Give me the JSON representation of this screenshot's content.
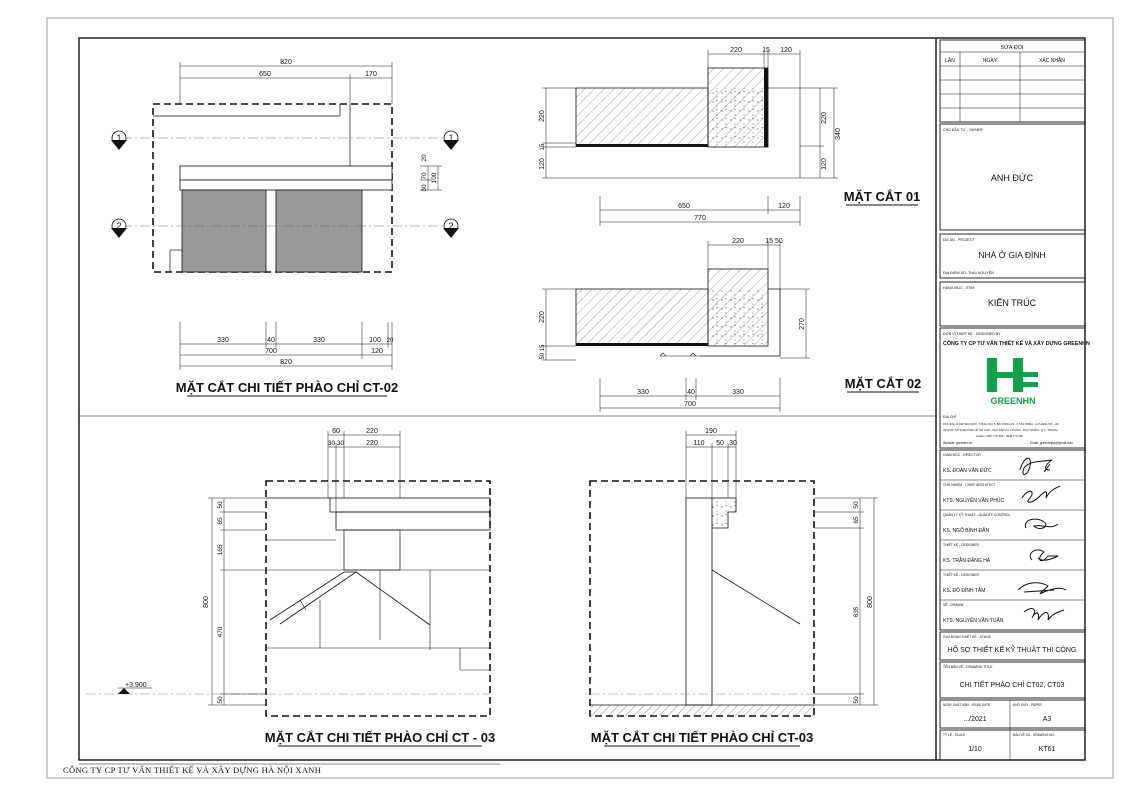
{
  "drawings": {
    "ct02_title": "MẶT CẮT CHI TIẾT PHÀO CHỈ CT-02",
    "mc01_title": "MẶT CẮT 01",
    "mc02_title": "MẶT CẮT 02",
    "ct03_title_left": "MẶT CẮT CHI TIẾT PHÀO CHỈ CT - 03",
    "ct03_title_right": "MẶT CẮT CHI TIẾT PHÀO CHỈ CT-03",
    "elevation": "+3.900",
    "grid_1": "1",
    "grid_2": "2",
    "ct02_dims": {
      "top_820": "820",
      "top_650": "650",
      "top_170": "170",
      "r_30": "30",
      "r_70": "70",
      "r_100": "100",
      "r_20": "20",
      "b_330a": "330",
      "b_40": "40",
      "b_330b": "330",
      "b_100": "100",
      "b_20": "20",
      "b_700": "700",
      "b_120": "120",
      "b_820": "820"
    },
    "mc01_dims": {
      "t_220": "220",
      "t_15": "15",
      "t_120": "120",
      "l_220": "220",
      "l_15": "15",
      "l_120": "120",
      "r_220": "220",
      "r_340": "340",
      "r_120": "120",
      "b_650": "650",
      "b_120": "120",
      "b_770": "770"
    },
    "mc02_dims": {
      "t_220": "220",
      "t_1550": "15 50",
      "l_220": "220",
      "l_5015": "50 15",
      "r_270": "270",
      "b_330a": "330",
      "b_40": "40",
      "b_330b": "330",
      "b_700": "700"
    },
    "ct03l_dims": {
      "t_60": "60",
      "t_220a": "220",
      "t_3030": "30 30",
      "t_220b": "220",
      "l_50a": "50",
      "l_65": "65",
      "l_165": "165",
      "l_800": "800",
      "l_470": "470",
      "l_50b": "50"
    },
    "ct03r_dims": {
      "t_190": "190",
      "t_110": "110",
      "t_50": "50",
      "t_30": "30",
      "r_50a": "50",
      "r_65": "65",
      "r_635": "635",
      "r_800": "800",
      "r_50b": "50"
    }
  },
  "title_block": {
    "revision_header": "SỬA ĐỔI",
    "rev_col1": "LẦN",
    "rev_col2": "NGÀY",
    "rev_col3": "XÁC NHẬN",
    "owner_label": "CHỦ ĐẦU TƯ - OWNER",
    "owner": "ANH ĐỨC",
    "project_label": "DỰ ÁN - PROJECT",
    "project": "NHÀ Ở GIA ĐÌNH",
    "location": "ĐỊA ĐIỂM XD: THÁI NGUYÊN",
    "category_label": "HẠNG MỤC - ITEM",
    "category": "KIẾN TRÚC",
    "designer_label": "ĐƠN VỊ THIẾT KẾ - DESIGNED BY",
    "designer": "CÔNG TY CP TƯ VẤN THIẾT KẾ VÀ XÂY DỰNG GREENHN",
    "logo_text": "GREENHN",
    "address_label": "ĐỊA CHỈ",
    "address_line1": "VP1: BT1-16 KĐT ĐẠI SƠN - TỔNG CỤC 5, BỘ CÔNG AN - X.TÂN TRIỀU - H.THANH TRÌ - HN",
    "address_line2": "VP HCM: SỐ 34 ĐƯỜNG LÊ THỊ CHỢ - KHU DÂN CƯ LACASA - PHÚ THUẬN - Q.7 - TP.HCM",
    "hotline": "Hotline: 0967.772.306 - 0948.773.266",
    "website": "Website: greenhn.vn",
    "email": "Email: greenhnjsc@gmail.com",
    "director_label": "GIÁM ĐỐC - DIRECTOR",
    "director": "KS. ĐOÀN VĂN ĐỨC",
    "chief_label": "CHỦ NHIỆM - CHIEF ARCHITECT",
    "chief": "KTS. NGUYỄN VĂN PHÚC",
    "qc_label": "QUẢN LÝ KỸ THUẬT - QUALITY CONTROL",
    "qc": "KS. NGÔ BÌNH ĐÂN",
    "design_label": "THIẾT KẾ - DESIGNER",
    "design": "KS. TRẦN ĐĂNG HÀ",
    "design2_label": "THIẾT KẾ - DESIGNER",
    "design2": "KS. ĐỖ ĐÌNH TÂM",
    "drawn_label": "VẼ - DRAWN",
    "drawn": "KTS. NGUYỄN VĂN TUẤN",
    "stage_label": "GIAI ĐOẠN THIẾT KẾ - STAGE",
    "stage": "HỒ SƠ THIẾT KẾ KỸ THUẬT THI CÔNG",
    "drawing_title_label": "TÊN BẢN VẼ - DRAWING TITLE",
    "drawing_title": "CHI TIẾT PHÀO CHỈ CT02, CT03",
    "date_label": "NGÀY XUẤT BẢN - ISSUE DATE",
    "date": ".../2021",
    "paper_label": "KHỔ GIẤY - PAPER",
    "paper": "A3",
    "scale_label": "TỶ LỆ - SCALE",
    "scale": "1/10",
    "number_label": "BẢN VẼ SỐ - DRAWING NO.",
    "number": "KT61"
  },
  "footer": "CÔNG TY CP TƯ VẤN THIẾT KẾ VÀ XÂY DỰNG HÀ NỘI XANH",
  "colors": {
    "line": "#111111",
    "fill_grey": "#9a9a9a",
    "logo_green": "#12a14b"
  }
}
